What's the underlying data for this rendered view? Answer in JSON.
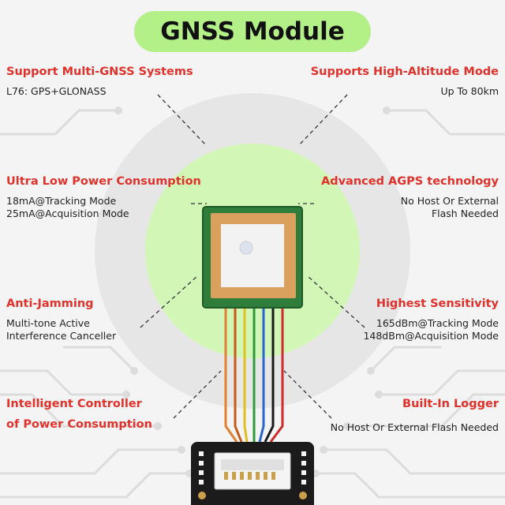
{
  "title": "GNSS Module",
  "colors": {
    "accent": "#e0312b",
    "title_bg": "#b4f088",
    "pcb_green": "#2e7d3a",
    "antenna_ceramic": "#d9a05e"
  },
  "features": {
    "multi_gnss": {
      "heading": "Support Multi-GNSS Systems",
      "lines": [
        "L76: GPS+GLONASS"
      ]
    },
    "high_altitude": {
      "heading": "Supports High-Altitude Mode",
      "lines": [
        "Up To 80km"
      ]
    },
    "low_power": {
      "heading": "Ultra Low Power Consumption",
      "lines": [
        "18mA@Tracking Mode",
        "25mA@Acquisition Mode"
      ]
    },
    "agps": {
      "heading": "Advanced AGPS technology",
      "lines": [
        "No Host Or External",
        "Flash Needed"
      ]
    },
    "anti_jamming": {
      "heading": "Anti-Jamming",
      "lines": [
        "Multi-tone Active",
        "Interference Canceller"
      ]
    },
    "sensitivity": {
      "heading": "Highest Sensitivity",
      "lines": [
        "165dBm@Tracking Mode",
        "148dBm@Acquisition Mode"
      ]
    },
    "controller": {
      "heading": "Intelligent Controller",
      "heading2": "of Power Consumption"
    },
    "logger": {
      "heading": "Built-In Logger",
      "lines": [
        "No Host Or External Flash Needed"
      ]
    }
  }
}
